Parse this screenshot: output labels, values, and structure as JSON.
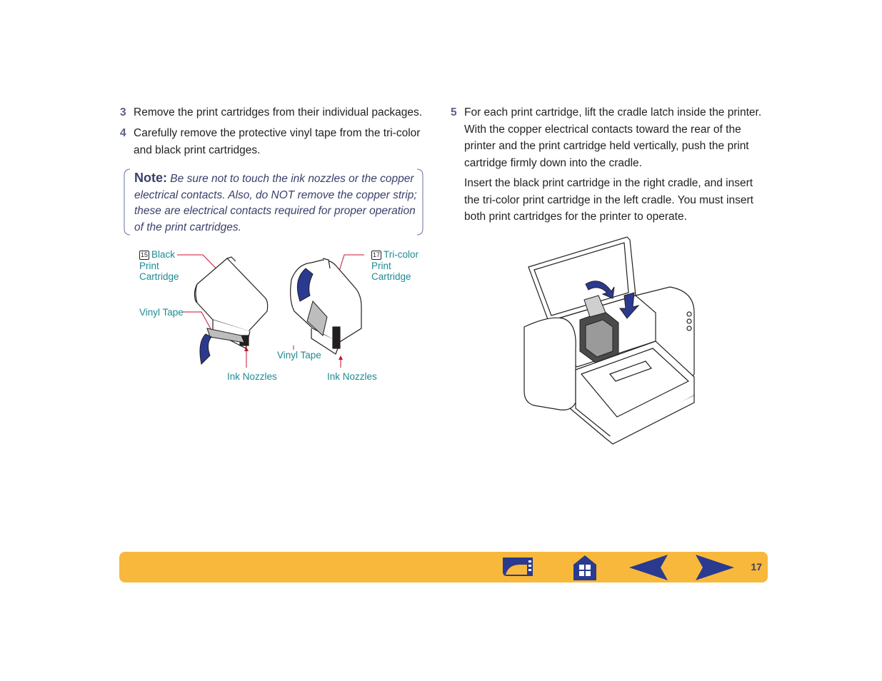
{
  "steps_left": [
    {
      "num": "3",
      "text": "Remove the print cartridges from their individual packages."
    },
    {
      "num": "4",
      "line1": "Carefully remove the protective vinyl tape from the tri-color",
      "line2": "and black print cartridges."
    }
  ],
  "note": {
    "label": "Note:",
    "line1": " Be sure not to touch the ink nozzles or the copper",
    "line2": "electrical contacts. Also, do NOT remove the copper strip;",
    "line3": "these are electrical contacts required for proper operation",
    "line4": "of the print cartridges."
  },
  "figure_labels": {
    "black_badge": "15",
    "black_l1": "Black",
    "black_l2": "Print",
    "black_l3": "Cartridge",
    "tricolor_badge": "17",
    "tricolor_l1": "Tri-color",
    "tricolor_l2": "Print",
    "tricolor_l3": "Cartridge",
    "vinyl_tape_left": "Vinyl Tape",
    "vinyl_tape_right": "Vinyl Tape",
    "ink_nozzles_left": "Ink Nozzles",
    "ink_nozzles_right": "Ink Nozzles"
  },
  "step_right": {
    "num": "5",
    "line1": "For each print cartridge, lift the cradle latch inside the printer.",
    "line2": "With the copper electrical contacts toward the rear of the",
    "line3": "printer and the print cartridge held vertically, push the print",
    "line4": "cartridge firmly down into the cradle."
  },
  "paragraph_right": {
    "line1": "Insert the black print cartridge in the right cradle, and insert",
    "line2": "the tri-color print cartridge in the left cradle. You must insert",
    "line3": "both print cartridges for the printer to operate."
  },
  "nav": {
    "page_number": "17",
    "icons": [
      "contents-icon",
      "home-icon",
      "previous-page-icon",
      "next-page-icon"
    ]
  },
  "colors": {
    "nav_bar": "#f8b83c",
    "nav_icon": "#2a3a8f",
    "label_teal": "#1d8c93",
    "leader_red": "#c8102e",
    "note_text": "#3b3f6b"
  }
}
